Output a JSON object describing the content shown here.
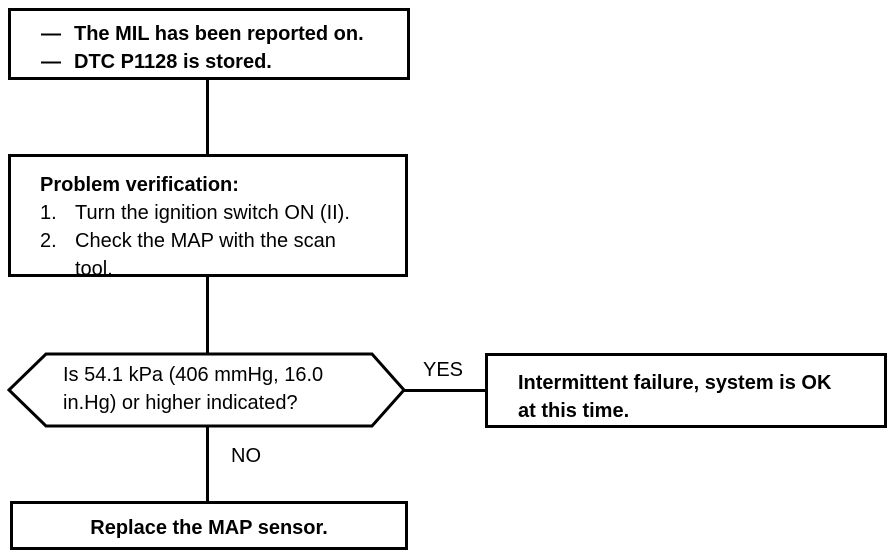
{
  "page": {
    "paper_color": "#ffffff",
    "ink_color": "#000000"
  },
  "nodes": {
    "symptoms": {
      "items": [
        {
          "bullet": "—",
          "text": "The MIL has been reported on."
        },
        {
          "bullet": "—",
          "text": "DTC P1128 is stored."
        }
      ]
    },
    "verification": {
      "heading": "Problem verification:",
      "steps": [
        {
          "num": "1.",
          "lines": [
            "Turn the ignition switch ON (II)."
          ]
        },
        {
          "num": "2.",
          "lines": [
            "Check the MAP with the scan",
            "tool."
          ]
        }
      ]
    },
    "decision": {
      "lines": [
        "Is 54.1 kPa (406 mmHg, 16.0",
        "in.Hg) or higher indicated?"
      ]
    },
    "intermittent": {
      "lines": [
        "Intermittent failure, system is OK",
        "at this time."
      ]
    },
    "replace": {
      "text": "Replace the MAP sensor."
    }
  },
  "labels": {
    "yes": "YES",
    "no": "NO"
  }
}
